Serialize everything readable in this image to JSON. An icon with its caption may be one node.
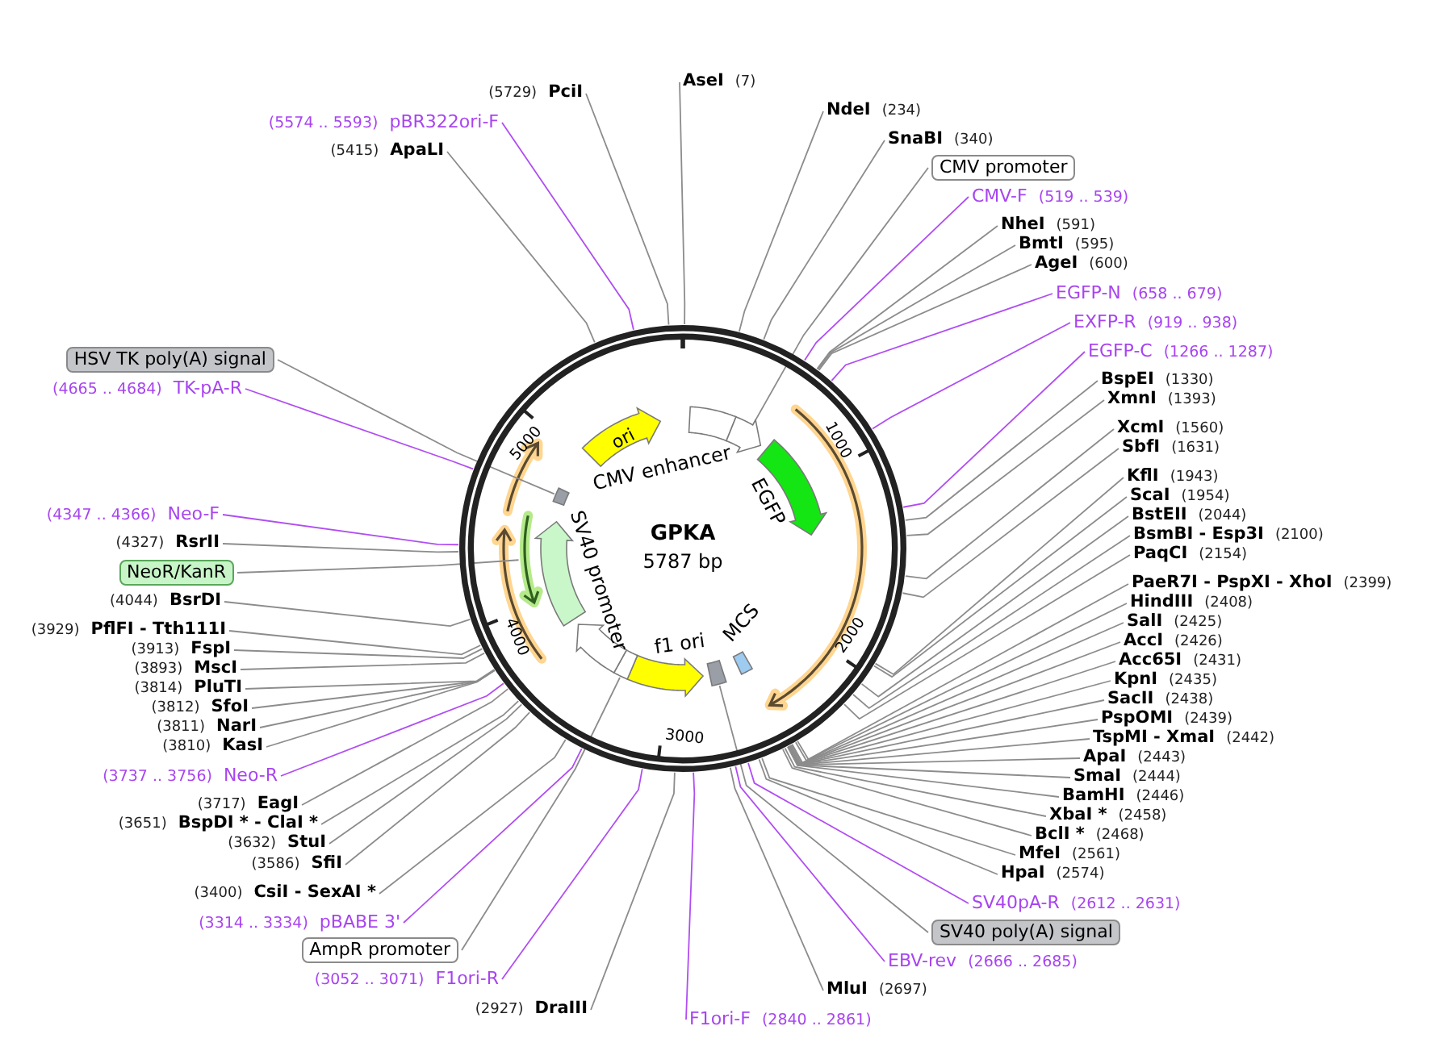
{
  "diagram": {
    "title": "GPKA",
    "nodes": [
      {
        "text": [],
        "shape": "circle"
      },
      {
        "text": [
          "ori"
        ],
        "in": 0
      },
      {
        "text": [
          "CMV enhancer"
        ],
        "in": 0
      },
      {
        "text": [],
        "shape": "arrow",
        "in": 0
      },
      {
        "text": [
          "EGFP"
        ],
        "in": 0
      },
      {
        "text": [
          "MCS"
        ],
        "in": 0
      },
      {
        "text": [],
        "shape": "box",
        "in": 0
      },
      {
        "text": [
          "f1 ori"
        ],
        "in": 0
      },
      {
        "text": [],
        "shape": "box",
        "in": 0
      },
      {
        "text": [],
        "shape": "arrow",
        "in": 0
      },
      {
        "text": [
          "SV40 promoter"
        ],
        "in": 0
      },
      {
        "text": [],
        "shape": "arrow",
        "in": 0
      },
      {
        "text": [],
        "shape": "box",
        "in": 0
      },
      {
        "text": [
          "AseI",
          "(7)"
        ]
      },
      {
        "text": [
          "NdeI",
          "(234)"
        ]
      },
      {
        "text": [
          "SnaBI",
          "(340)"
        ]
      },
      {
        "text": [
          "CMV promoter"
        ]
      },
      {
        "text": [
          "CMV-F",
          "(519 .. 539)"
        ]
      },
      {
        "text": [
          "NheI",
          "(591)"
        ]
      },
      {
        "text": [
          "BmtI",
          "(595)"
        ]
      },
      {
        "text": [
          "AgeI",
          "(600)"
        ]
      },
      {
        "text": [
          "EGFP-N",
          "(658 .. 679)"
        ]
      },
      {
        "text": [
          "EXFP-R",
          "(919 .. 938)"
        ]
      },
      {
        "text": [
          "EGFP-C",
          "(1266 .. 1287)"
        ]
      },
      {
        "text": [
          "BspEI",
          "(1330)"
        ]
      },
      {
        "text": [
          "XmnI",
          "(1393)"
        ]
      },
      {
        "text": [
          "XcmI",
          "(1560)"
        ]
      },
      {
        "text": [
          "SbfI",
          "(1631)"
        ]
      },
      {
        "text": [
          "KflI",
          "(1943)"
        ]
      },
      {
        "text": [
          "ScaI",
          "(1954)"
        ]
      },
      {
        "text": [
          "BstEII",
          "(2044)"
        ]
      },
      {
        "text": [
          "BsmBI - Esp3I",
          "(2100)"
        ]
      },
      {
        "text": [
          "PaqCI",
          "(2154)"
        ]
      },
      {
        "text": [
          "PaeR7I - PspXI - XhoI",
          "(2399)"
        ]
      },
      {
        "text": [
          "HindIII",
          "(2408)"
        ]
      },
      {
        "text": [
          "SalI",
          "(2425)"
        ]
      },
      {
        "text": [
          "AccI",
          "(2426)"
        ]
      },
      {
        "text": [
          "Acc65I",
          "(2431)"
        ]
      },
      {
        "text": [
          "KpnI",
          "(2435)"
        ]
      },
      {
        "text": [
          "SacII",
          "(2438)"
        ]
      },
      {
        "text": [
          "PspOMI",
          "(2439)"
        ]
      },
      {
        "text": [
          "TspMI - XmaI",
          "(2442)"
        ]
      },
      {
        "text": [
          "ApaI",
          "(2443)"
        ]
      },
      {
        "text": [
          "SmaI",
          "(2444)"
        ]
      },
      {
        "text": [
          "BamHI",
          "(2446)"
        ]
      },
      {
        "text": [
          "XbaI *",
          "(2458)"
        ]
      },
      {
        "text": [
          "BclI *",
          "(2468)"
        ]
      },
      {
        "text": [
          "MfeI",
          "(2561)"
        ]
      },
      {
        "text": [
          "HpaI",
          "(2574)"
        ]
      },
      {
        "text": [
          "SV40pA-R",
          "(2612 .. 2631)"
        ]
      },
      {
        "text": [
          "SV40 poly(A) signal"
        ]
      },
      {
        "text": [
          "EBV-rev",
          "(2666 .. 2685)"
        ]
      },
      {
        "text": [
          "MluI",
          "(2697)"
        ]
      },
      {
        "text": [
          "F1ori-F",
          "(2840 .. 2861)"
        ]
      },
      {
        "text": [
          "(2927)",
          "DraIII"
        ]
      },
      {
        "text": [
          "(3052 .. 3071)",
          "F1ori-R"
        ]
      },
      {
        "text": [
          "AmpR promoter"
        ]
      },
      {
        "text": [
          "(3314 .. 3334)",
          "pBABE 3'"
        ]
      },
      {
        "text": [
          "(3400)",
          "CsiI - SexAI *"
        ]
      },
      {
        "text": [
          "(3586)",
          "SfiI"
        ]
      },
      {
        "text": [
          "(3632)",
          "StuI"
        ]
      },
      {
        "text": [
          "(3651)",
          "BspDI * - ClaI *"
        ]
      },
      {
        "text": [
          "(3717)",
          "EagI"
        ]
      },
      {
        "text": [
          "(3737 .. 3756)",
          "Neo-R"
        ]
      },
      {
        "text": [
          "(3810)",
          "KasI"
        ]
      },
      {
        "text": [
          "(3811)",
          "NarI"
        ]
      },
      {
        "text": [
          "(3812)",
          "SfoI"
        ]
      },
      {
        "text": [
          "(3814)",
          "PluTI"
        ]
      },
      {
        "text": [
          "(3893)",
          "MscI"
        ]
      },
      {
        "text": [
          "(3913)",
          "FspI"
        ]
      },
      {
        "text": [
          "(3929)",
          "PflFI - Tth111I"
        ]
      },
      {
        "text": [
          "(4044)",
          "BsrDI"
        ]
      },
      {
        "text": [
          "NeoR/KanR"
        ]
      },
      {
        "text": [
          "(4327)",
          "RsrII"
        ]
      },
      {
        "text": [
          "(4347 .. 4366)",
          "Neo-F"
        ]
      },
      {
        "text": [
          "(4665 .. 4684)",
          "TK-pA-R"
        ]
      },
      {
        "text": [
          "HSV TK poly(A) signal"
        ]
      },
      {
        "text": [
          "(5415)",
          "ApaLI"
        ]
      },
      {
        "text": [
          "(5574 .. 5593)",
          "pBR322ori-F"
        ]
      },
      {
        "text": [
          "(5729)",
          "PciI"
        ]
      }
    ],
    "edges": [
      {
        "from": 13,
        "to": 0,
        "arrow": "none"
      },
      {
        "from": 14,
        "to": 0,
        "arrow": "none"
      },
      {
        "from": 15,
        "to": 0,
        "arrow": "none"
      },
      {
        "from": 16,
        "to": 3,
        "arrow": "none"
      },
      {
        "from": 17,
        "to": 0,
        "arrow": "none",
        "color": "#b04df2"
      },
      {
        "from": 18,
        "to": 0,
        "arrow": "none"
      },
      {
        "from": 19,
        "to": 0,
        "arrow": "none"
      },
      {
        "from": 20,
        "to": 0,
        "arrow": "none"
      },
      {
        "from": 21,
        "to": 0,
        "arrow": "none",
        "color": "#b04df2"
      },
      {
        "from": 22,
        "to": 0,
        "arrow": "none",
        "color": "#b04df2"
      },
      {
        "from": 23,
        "to": 0,
        "arrow": "none",
        "color": "#b04df2"
      },
      {
        "from": 24,
        "to": 0,
        "arrow": "none"
      },
      {
        "from": 25,
        "to": 0,
        "arrow": "none"
      },
      {
        "from": 26,
        "to": 0,
        "arrow": "none"
      },
      {
        "from": 27,
        "to": 0,
        "arrow": "none"
      },
      {
        "from": 28,
        "to": 0,
        "arrow": "none"
      },
      {
        "from": 29,
        "to": 0,
        "arrow": "none"
      },
      {
        "from": 30,
        "to": 0,
        "arrow": "none"
      },
      {
        "from": 31,
        "to": 0,
        "arrow": "none"
      },
      {
        "from": 32,
        "to": 0,
        "arrow": "none"
      },
      {
        "from": 33,
        "to": 0,
        "arrow": "none"
      },
      {
        "from": 34,
        "to": 0,
        "arrow": "none"
      },
      {
        "from": 35,
        "to": 0,
        "arrow": "none"
      },
      {
        "from": 36,
        "to": 0,
        "arrow": "none"
      },
      {
        "from": 37,
        "to": 0,
        "arrow": "none"
      },
      {
        "from": 38,
        "to": 0,
        "arrow": "none"
      },
      {
        "from": 39,
        "to": 0,
        "arrow": "none"
      },
      {
        "from": 40,
        "to": 0,
        "arrow": "none"
      },
      {
        "from": 41,
        "to": 0,
        "arrow": "none"
      },
      {
        "from": 42,
        "to": 0,
        "arrow": "none"
      },
      {
        "from": 43,
        "to": 0,
        "arrow": "none"
      },
      {
        "from": 44,
        "to": 0,
        "arrow": "none"
      },
      {
        "from": 45,
        "to": 0,
        "arrow": "none"
      },
      {
        "from": 46,
        "to": 0,
        "arrow": "none"
      },
      {
        "from": 47,
        "to": 0,
        "arrow": "none"
      },
      {
        "from": 48,
        "to": 0,
        "arrow": "none"
      },
      {
        "from": 49,
        "to": 0,
        "arrow": "none",
        "color": "#b04df2"
      },
      {
        "from": 50,
        "to": 6,
        "arrow": "none"
      },
      {
        "from": 51,
        "to": 0,
        "arrow": "none",
        "color": "#b04df2"
      },
      {
        "from": 52,
        "to": 0,
        "arrow": "none"
      },
      {
        "from": 53,
        "to": 0,
        "arrow": "none",
        "color": "#b04df2"
      },
      {
        "from": 54,
        "to": 0,
        "arrow": "none"
      },
      {
        "from": 55,
        "to": 0,
        "arrow": "none",
        "color": "#b04df2"
      },
      {
        "from": 56,
        "to": 8,
        "arrow": "none"
      },
      {
        "from": 57,
        "to": 0,
        "arrow": "none",
        "color": "#b04df2"
      },
      {
        "from": 58,
        "to": 0,
        "arrow": "none"
      },
      {
        "from": 59,
        "to": 0,
        "arrow": "none"
      },
      {
        "from": 60,
        "to": 0,
        "arrow": "none"
      },
      {
        "from": 61,
        "to": 0,
        "arrow": "none"
      },
      {
        "from": 62,
        "to": 0,
        "arrow": "none"
      },
      {
        "from": 63,
        "to": 0,
        "arrow": "none",
        "color": "#b04df2"
      },
      {
        "from": 64,
        "to": 0,
        "arrow": "none"
      },
      {
        "from": 65,
        "to": 0,
        "arrow": "none"
      },
      {
        "from": 66,
        "to": 0,
        "arrow": "none"
      },
      {
        "from": 67,
        "to": 0,
        "arrow": "none"
      },
      {
        "from": 68,
        "to": 0,
        "arrow": "none"
      },
      {
        "from": 69,
        "to": 0,
        "arrow": "none"
      },
      {
        "from": 70,
        "to": 0,
        "arrow": "none"
      },
      {
        "from": 71,
        "to": 0,
        "arrow": "none"
      },
      {
        "from": 72,
        "to": 11,
        "arrow": "none"
      },
      {
        "from": 73,
        "to": 0,
        "arrow": "none"
      },
      {
        "from": 74,
        "to": 0,
        "arrow": "none",
        "color": "#b04df2"
      },
      {
        "from": 75,
        "to": 0,
        "arrow": "none",
        "color": "#b04df2"
      },
      {
        "from": 76,
        "to": 12,
        "arrow": "none"
      },
      {
        "from": 77,
        "to": 0,
        "arrow": "none"
      },
      {
        "from": 78,
        "to": 0,
        "arrow": "none",
        "color": "#b04df2"
      },
      {
        "from": 79,
        "to": 0,
        "arrow": "none"
      }
    ],
    "labels": [
      "5787 bp",
      "1000",
      "2000",
      "3000",
      "4000",
      "5000"
    ]
  }
}
